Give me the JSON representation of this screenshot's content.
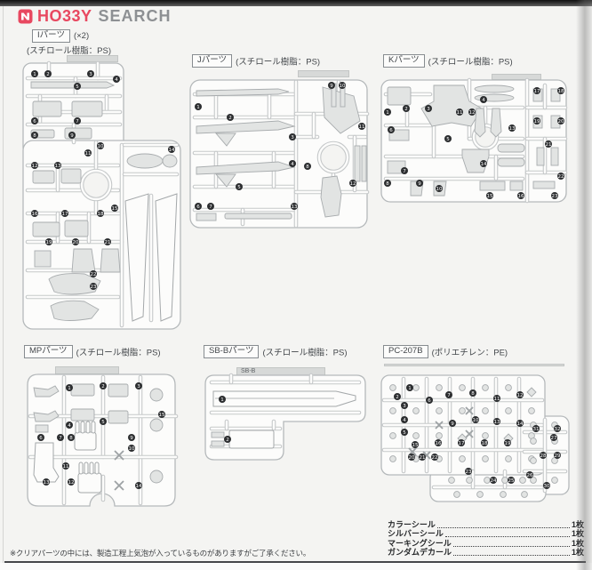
{
  "header": {
    "brand_red": "HO33Y",
    "brand_gray": "SEARCH"
  },
  "colors": {
    "brand_red": "#e84860",
    "brand_gray": "#8d9093",
    "sprue_line": "#b5b9bb",
    "part_fill": "#e2e4e3",
    "marker": "#2c2e30",
    "page_background": "#f4f4f2"
  },
  "panels": {
    "i": {
      "label": "Iパーツ",
      "multiplier": "(×2)",
      "material": "(スチロール樹脂：PS)"
    },
    "j": {
      "label": "Jパーツ",
      "material": "(スチロール樹脂：PS)"
    },
    "k": {
      "label": "Kパーツ",
      "material": "(スチロール樹脂：PS)"
    },
    "mp": {
      "label": "MPパーツ",
      "material": "(スチロール樹脂：PS)"
    },
    "sbb": {
      "label": "SB-Bパーツ",
      "material": "(スチロール樹脂：PS)",
      "molded_tag": "SB-B"
    },
    "pc": {
      "label": "PC-207B",
      "material": "(ポリエチレン：PE)"
    }
  },
  "accessories": {
    "items": [
      {
        "name": "カラーシール",
        "qty": "1枚"
      },
      {
        "name": "シルバーシール",
        "qty": "1枚"
      },
      {
        "name": "マーキングシール",
        "qty": "1枚"
      },
      {
        "name": "ガンダムデカール",
        "qty": "1枚"
      }
    ]
  },
  "footnote": "※クリアパーツの中には、製造工程上気泡が入っているものがありますがご了承ください。"
}
